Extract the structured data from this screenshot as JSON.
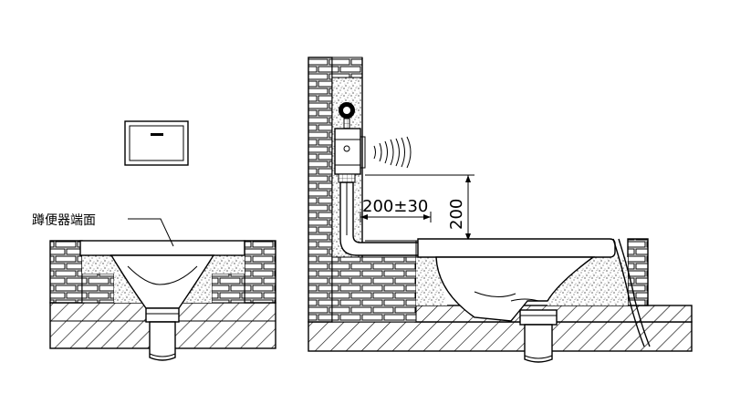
{
  "labels": {
    "pan_surface": "蹲便器端面",
    "horizontal_dim": "200±30",
    "vertical_dim": "200"
  },
  "colors": {
    "line": "#000000",
    "background": "#ffffff"
  },
  "icons": {
    "sensor": "infrared-sensor-waves-icon",
    "valve": "flush-valve-icon",
    "panel": "wall-panel-icon"
  }
}
